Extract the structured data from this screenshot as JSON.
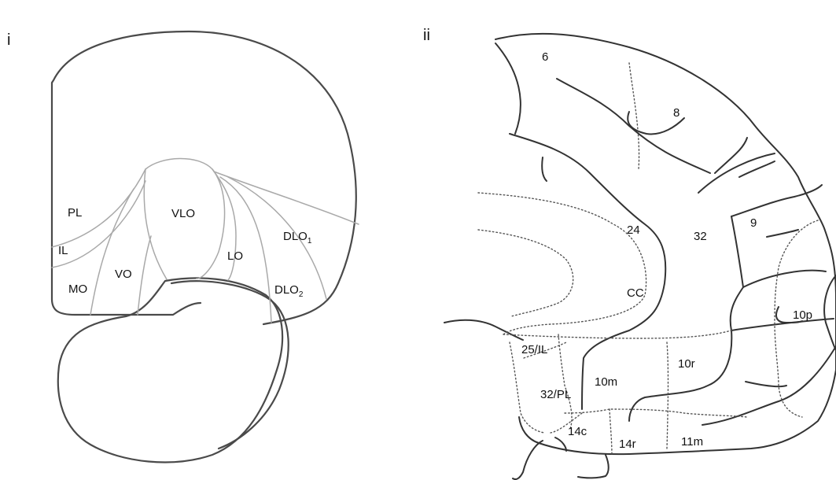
{
  "panels": [
    {
      "label": "i",
      "regions": {
        "pl": "PL",
        "il": "IL",
        "mo": "MO",
        "vo": "VO",
        "vlo": "VLO",
        "lo": "LO",
        "dlo1": "DLO",
        "dlo1_sub": "1",
        "dlo2": "DLO",
        "dlo2_sub": "2"
      }
    },
    {
      "label": "ii",
      "regions": {
        "a6": "6",
        "a8": "8",
        "a9": "9",
        "a24": "24",
        "a32": "32",
        "cc": "CC",
        "a10p": "10p",
        "a25il": "25/IL",
        "a10m": "10m",
        "a10r": "10r",
        "a32pl": "32/PL",
        "a14c": "14c",
        "a14r": "14r",
        "a11m": "11m"
      }
    }
  ]
}
